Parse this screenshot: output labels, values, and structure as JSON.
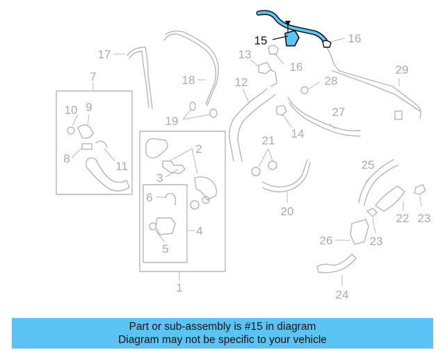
{
  "diagram": {
    "callouts": [
      {
        "id": "c1",
        "text": "1"
      },
      {
        "id": "c2",
        "text": "2"
      },
      {
        "id": "c3",
        "text": "3"
      },
      {
        "id": "c4",
        "text": "4"
      },
      {
        "id": "c5",
        "text": "5"
      },
      {
        "id": "c6",
        "text": "6"
      },
      {
        "id": "c7",
        "text": "7"
      },
      {
        "id": "c8",
        "text": "8"
      },
      {
        "id": "c9",
        "text": "9"
      },
      {
        "id": "c10",
        "text": "10"
      },
      {
        "id": "c11",
        "text": "11"
      },
      {
        "id": "c12",
        "text": "12"
      },
      {
        "id": "c13",
        "text": "13"
      },
      {
        "id": "c14",
        "text": "14"
      },
      {
        "id": "c15",
        "text": "15",
        "highlighted": true
      },
      {
        "id": "c16a",
        "text": "16"
      },
      {
        "id": "c16b",
        "text": "16"
      },
      {
        "id": "c17",
        "text": "17"
      },
      {
        "id": "c18",
        "text": "18"
      },
      {
        "id": "c19",
        "text": "19"
      },
      {
        "id": "c20",
        "text": "20"
      },
      {
        "id": "c21",
        "text": "21"
      },
      {
        "id": "c22",
        "text": "22"
      },
      {
        "id": "c23a",
        "text": "23"
      },
      {
        "id": "c23b",
        "text": "23"
      },
      {
        "id": "c24",
        "text": "24"
      },
      {
        "id": "c25",
        "text": "25"
      },
      {
        "id": "c26",
        "text": "26"
      },
      {
        "id": "c27",
        "text": "27"
      },
      {
        "id": "c28",
        "text": "28"
      },
      {
        "id": "c29",
        "text": "29"
      }
    ],
    "highlighted_part": "15",
    "highlight_color": "#5bc4f5",
    "part_line_color": "#b5b5b5"
  },
  "banner": {
    "line1": "Part or sub-assembly is #15 in diagram",
    "line2": "Diagram may not be specific to your vehicle",
    "background": "#5bc4f5"
  }
}
